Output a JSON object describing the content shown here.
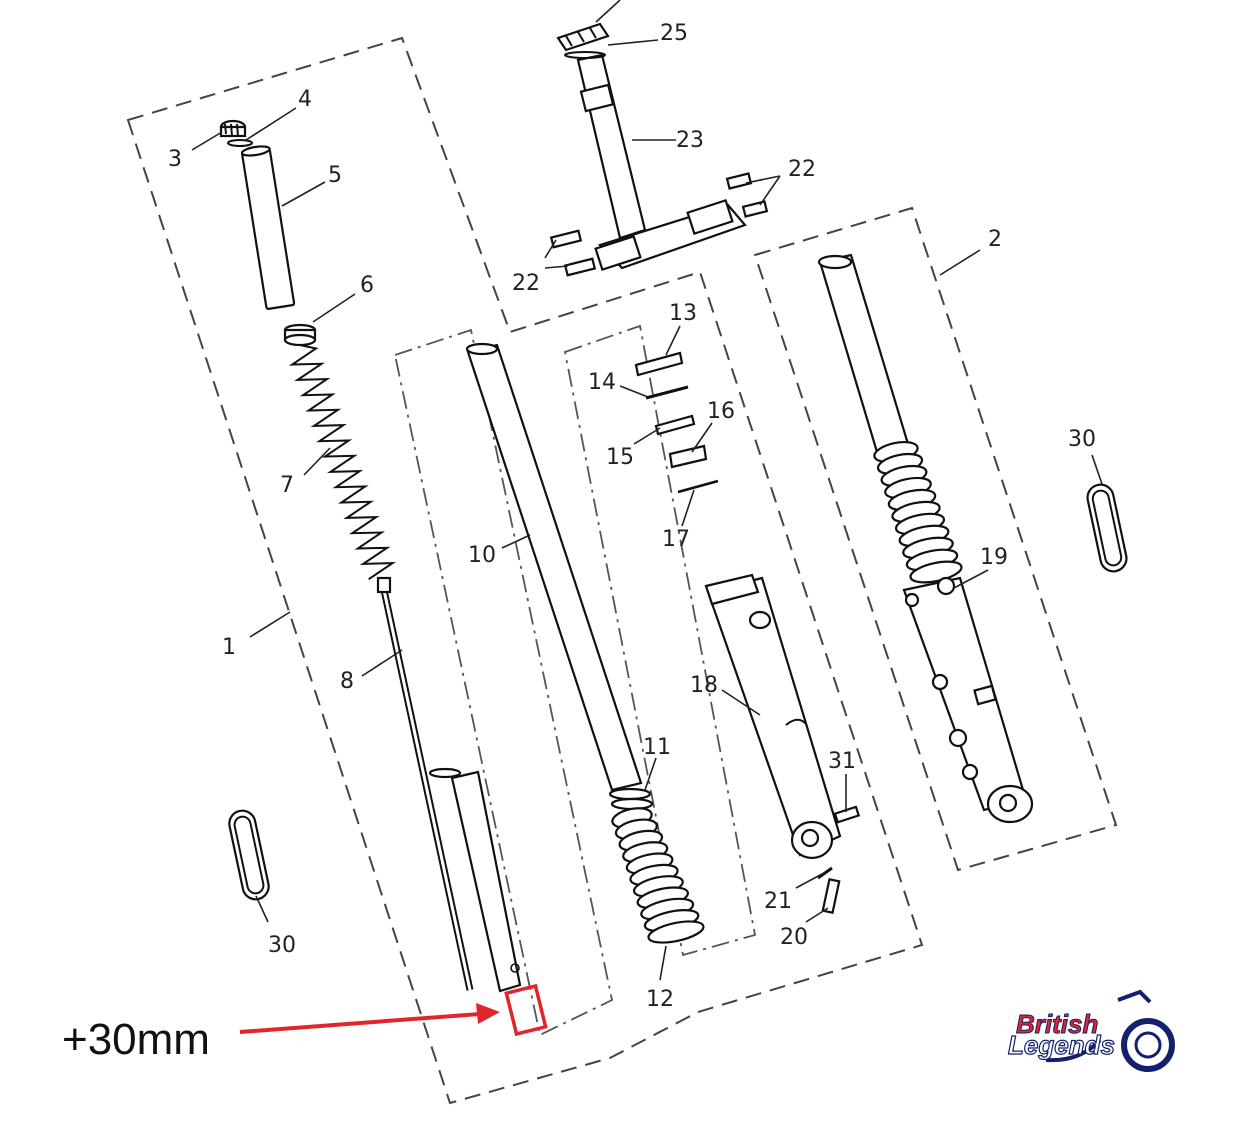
{
  "annotation": {
    "text": "+30mm",
    "highlight_color": "#e0262b"
  },
  "callouts": [
    {
      "id": "c1",
      "label": "1"
    },
    {
      "id": "c2",
      "label": "2"
    },
    {
      "id": "c3",
      "label": "3"
    },
    {
      "id": "c4",
      "label": "4"
    },
    {
      "id": "c5",
      "label": "5"
    },
    {
      "id": "c6",
      "label": "6"
    },
    {
      "id": "c7",
      "label": "7"
    },
    {
      "id": "c8",
      "label": "8"
    },
    {
      "id": "c10",
      "label": "10"
    },
    {
      "id": "c11",
      "label": "11"
    },
    {
      "id": "c12",
      "label": "12"
    },
    {
      "id": "c13",
      "label": "13"
    },
    {
      "id": "c14",
      "label": "14"
    },
    {
      "id": "c15",
      "label": "15"
    },
    {
      "id": "c16",
      "label": "16"
    },
    {
      "id": "c17",
      "label": "17"
    },
    {
      "id": "c18",
      "label": "18"
    },
    {
      "id": "c19",
      "label": "19"
    },
    {
      "id": "c20",
      "label": "20"
    },
    {
      "id": "c21",
      "label": "21"
    },
    {
      "id": "c22a",
      "label": "22"
    },
    {
      "id": "c22b",
      "label": "22"
    },
    {
      "id": "c23",
      "label": "23"
    },
    {
      "id": "c25",
      "label": "25"
    },
    {
      "id": "c30a",
      "label": "30"
    },
    {
      "id": "c30b",
      "label": "30"
    },
    {
      "id": "c31",
      "label": "31"
    }
  ],
  "logo": {
    "line1": "British",
    "line2": "Legends",
    "red": "#e0262b",
    "navy": "#14206e"
  }
}
